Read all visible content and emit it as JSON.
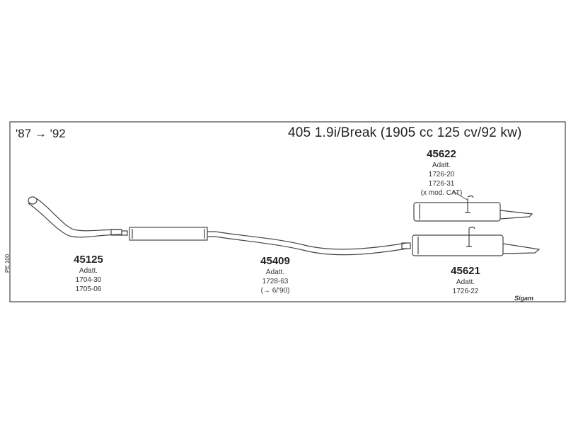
{
  "header": {
    "years": "'87 → '92",
    "model": "405 1.9i/Break (1905 cc 125 cv/92 kw)"
  },
  "parts": [
    {
      "number": "45125",
      "lines": [
        "Adatt.",
        "1704-30",
        "1705-06"
      ]
    },
    {
      "number": "45409",
      "lines": [
        "Adatt.",
        "1728-63",
        "(→ 6/'90)"
      ]
    },
    {
      "number": "45622",
      "lines": [
        "Adatt.",
        "1726-20",
        "1726-31",
        "(x mod. CAT)"
      ]
    },
    {
      "number": "45621",
      "lines": [
        "Adatt.",
        "1726-22"
      ]
    }
  ],
  "reference_code": "PE 100",
  "logo_text": "Sigam"
}
